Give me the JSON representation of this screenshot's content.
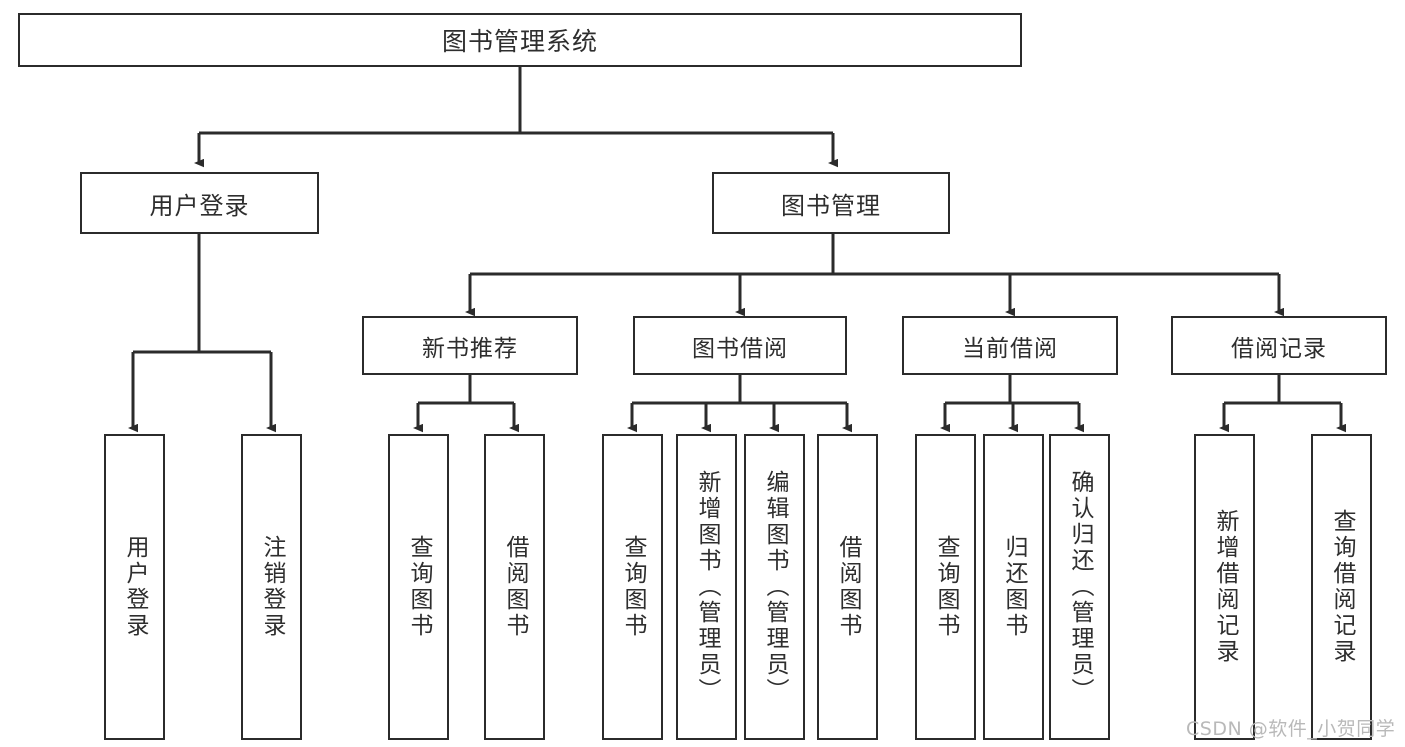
{
  "diagram": {
    "title": "图书管理系统",
    "type": "tree",
    "orientation": "top-down",
    "colors": {
      "box_border": "#2b2b2b",
      "box_fill": "#ffffff",
      "edge": "#2b2b2b",
      "text": "#2e2e2e",
      "watermark": "#b9b9b9",
      "background": "#ffffff"
    },
    "root": {
      "label": "图书管理系统"
    },
    "level2": [
      {
        "label": "用户登录"
      },
      {
        "label": "图书管理"
      }
    ],
    "level3": [
      {
        "label": "新书推荐"
      },
      {
        "label": "图书借阅"
      },
      {
        "label": "当前借阅"
      },
      {
        "label": "借阅记录"
      }
    ],
    "leaves": {
      "user_login": [
        {
          "label": "用户登录"
        },
        {
          "label": "注销登录"
        }
      ],
      "new_books": [
        {
          "label": "查询图书"
        },
        {
          "label": "借阅图书"
        }
      ],
      "book_borrow": [
        {
          "label": "查询图书"
        },
        {
          "label": "新增图书（管理员）"
        },
        {
          "label": "编辑图书（管理员）"
        },
        {
          "label": "借阅图书"
        }
      ],
      "current_borrow": [
        {
          "label": "查询图书"
        },
        {
          "label": "归还图书"
        },
        {
          "label": "确认归还（管理员）"
        }
      ],
      "borrow_records": [
        {
          "label": "新增借阅记录"
        },
        {
          "label": "查询借阅记录"
        }
      ]
    }
  },
  "watermark": {
    "text": "CSDN @软件_小贺同学"
  }
}
